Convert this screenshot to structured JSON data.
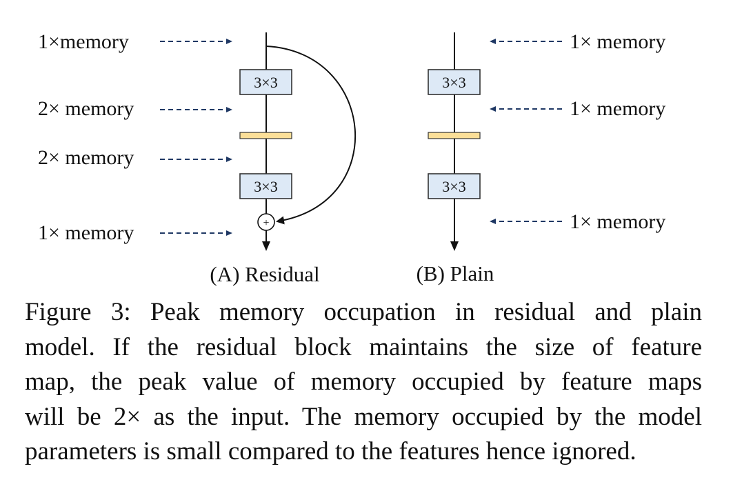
{
  "figure": {
    "residual": {
      "caption": "(A) Residual",
      "memory_labels": [
        "1×memory",
        "2× memory",
        "2× memory",
        "1× memory"
      ],
      "blocks": [
        "3×3",
        "3×3"
      ],
      "add_symbol": "+"
    },
    "plain": {
      "caption": "(B) Plain",
      "memory_labels": [
        "1× memory",
        "1× memory",
        "1× memory"
      ],
      "blocks": [
        "3×3",
        "3×3"
      ]
    },
    "colors": {
      "conv_block_fill": "#dde9f6",
      "conv_block_stroke": "#333333",
      "norm_bar_fill": "#fbdf98",
      "arrow_color": "#1f3864"
    }
  },
  "caption": {
    "lines": [
      "Figure 3:  Peak memory occupation in residual and plain",
      "model.  If the residual block maintains the size of feature",
      "map, the peak value of memory occupied by feature maps",
      "will be 2× as the input. The memory occupied by the model",
      "parameters is small compared to the features hence ignored."
    ]
  }
}
